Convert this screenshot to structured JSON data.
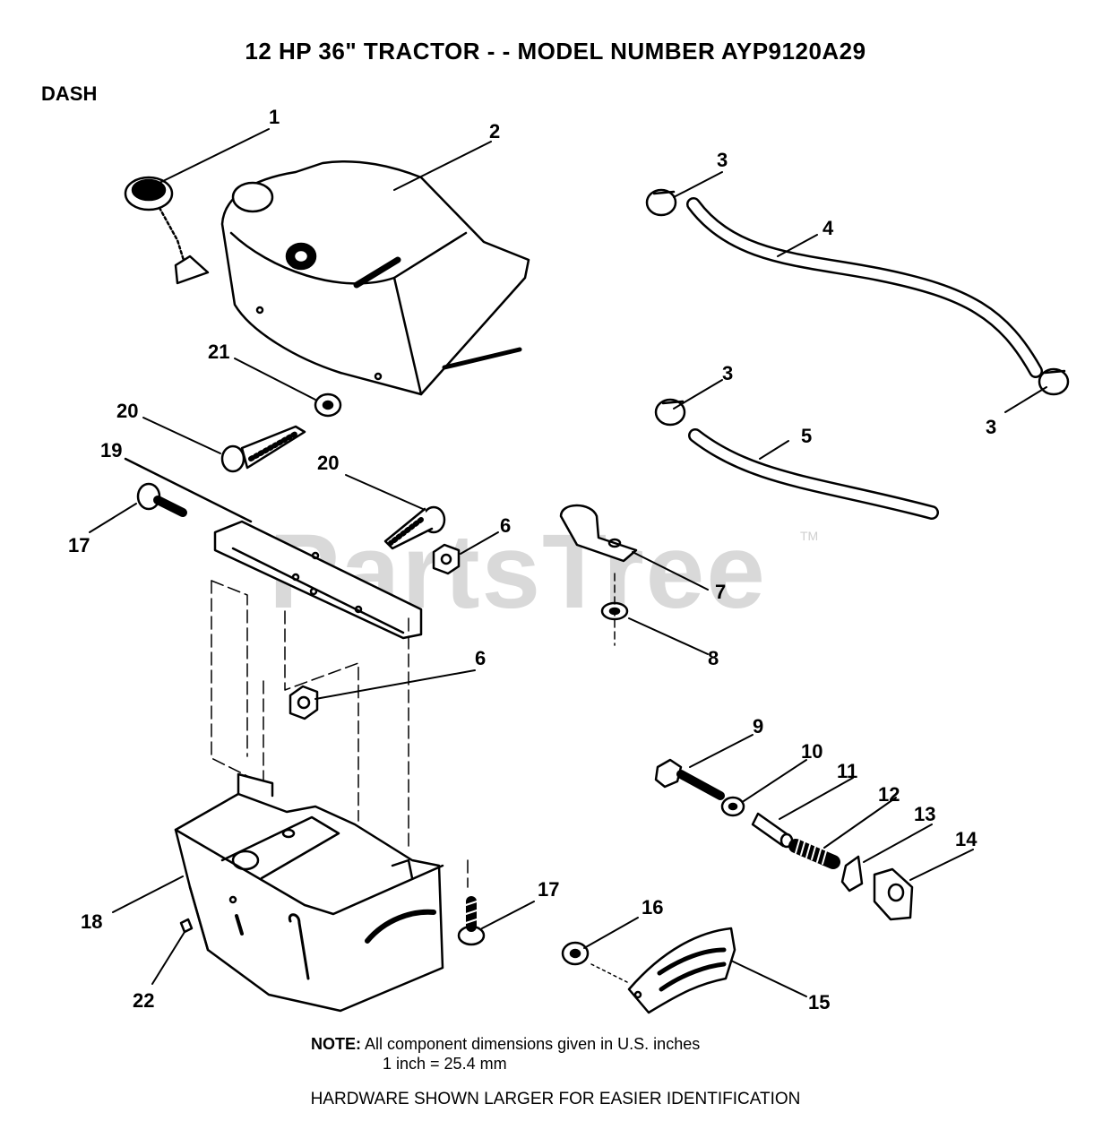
{
  "title": "12 HP 36\" TRACTOR - - MODEL NUMBER AYP9120A29",
  "section": "DASH",
  "watermark": "PartsTree",
  "watermark_tm": "TM",
  "callouts": [
    "1",
    "2",
    "3",
    "4",
    "3",
    "3",
    "5",
    "21",
    "20",
    "19",
    "20",
    "17",
    "6",
    "7",
    "8",
    "6",
    "9",
    "10",
    "11",
    "12",
    "13",
    "14",
    "17",
    "16",
    "18",
    "22",
    "15"
  ],
  "note": {
    "label": "NOTE:",
    "line1": "All component dimensions given in U.S. inches",
    "line2": "1 inch = 25.4 mm"
  },
  "footer": "HARDWARE SHOWN LARGER FOR EASIER IDENTIFICATION"
}
